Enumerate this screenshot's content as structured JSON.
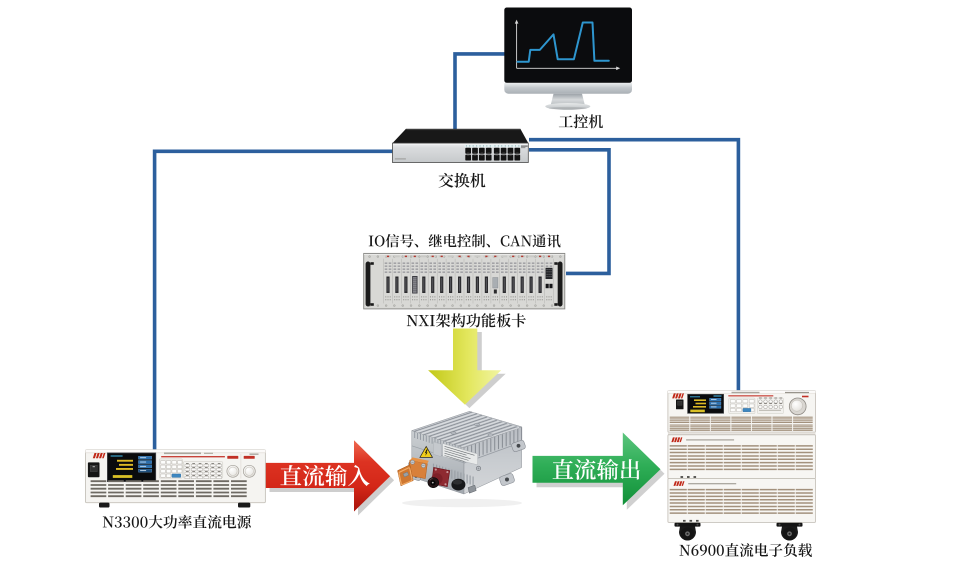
{
  "diagram": {
    "background": "#ffffff",
    "nodes": {
      "industrial_pc": {
        "label": "工控机",
        "type": "pc-monitor",
        "waveform_points": [
          [
            517.5,
            61.8
          ],
          [
            528.7,
            61.8
          ],
          [
            530.3,
            49.9
          ],
          [
            539.8,
            49.9
          ],
          [
            553.5,
            34.4
          ],
          [
            557.7,
            59.2
          ],
          [
            573.9,
            59.2
          ],
          [
            582.8,
            22.5
          ],
          [
            592.5,
            22.5
          ],
          [
            594.4,
            60.8
          ],
          [
            608.8,
            60.8
          ]
        ],
        "waveform_color": "#2e96cf"
      },
      "ethernet_switch": {
        "label": "交换机",
        "type": "network-switch",
        "ports_visible": 16
      },
      "nxi_chassis": {
        "label": "NXI架构功能板卡",
        "caption": "IO信号、继电控制、CAN通讯",
        "type": "card-chassis"
      },
      "dut_converter": {
        "label": "",
        "type": "dc-dc-converter"
      },
      "dc_power_supply": {
        "label": "N3300大功率直流电源",
        "type": "instrument"
      },
      "dc_electronic_load": {
        "label": "N6900直流电子负载",
        "type": "instrument-stack"
      }
    },
    "flows": {
      "dc_input": {
        "label": "直流输入",
        "color": "#d42718"
      },
      "dc_output": {
        "label": "直流输出",
        "color": "#2fae57"
      },
      "control": {
        "color": "#e3e75e"
      }
    },
    "connections": [
      {
        "id": "pc-switch",
        "from": "industrial_pc",
        "to": "ethernet_switch",
        "points": [
          [
            505,
            53.9
          ],
          [
            455,
            53.9
          ],
          [
            455,
            131
          ]
        ]
      },
      {
        "id": "switch-psu",
        "from": "ethernet_switch",
        "to": "dc_power_supply",
        "points": [
          [
            393,
            151.3
          ],
          [
            154.6,
            151.3
          ],
          [
            154.6,
            451
          ]
        ]
      },
      {
        "id": "switch-load",
        "from": "ethernet_switch",
        "to": "dc_electronic_load",
        "points": [
          [
            529,
            139.7
          ],
          [
            738.4,
            139.7
          ],
          [
            738.4,
            392
          ]
        ]
      },
      {
        "id": "switch-nxi",
        "from": "ethernet_switch",
        "to": "nxi_chassis",
        "points": [
          [
            529,
            149.8
          ],
          [
            609,
            149.8
          ],
          [
            609,
            273.4
          ],
          [
            566,
            273.4
          ]
        ]
      }
    ],
    "connection_color": "#2c5f9d"
  }
}
